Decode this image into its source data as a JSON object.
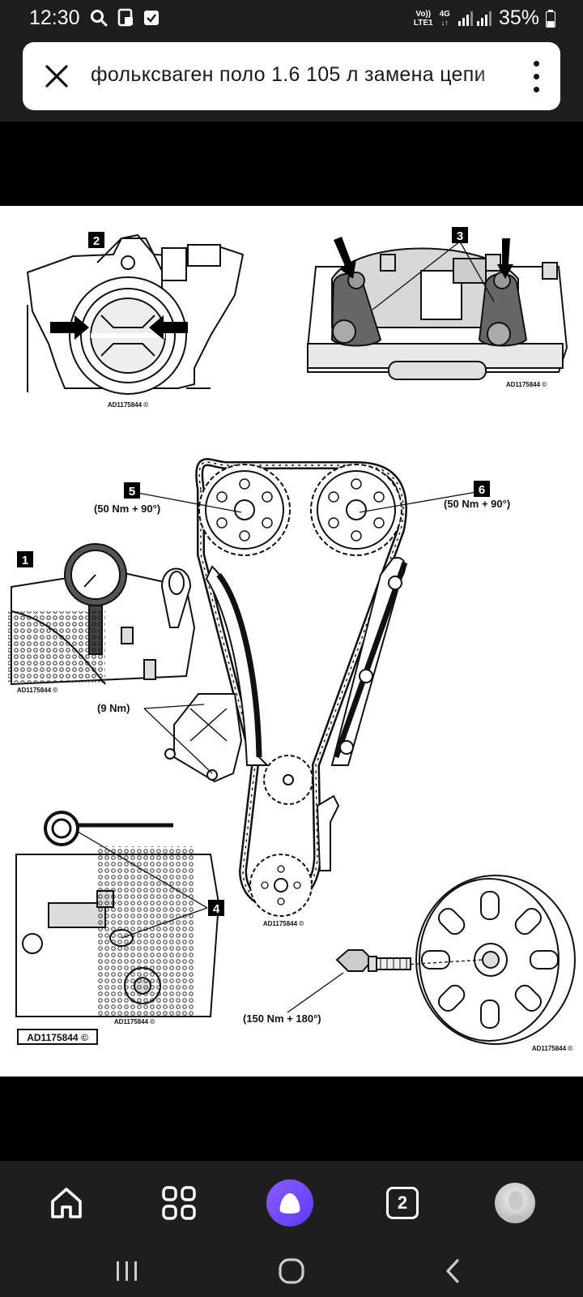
{
  "status_bar": {
    "time": "12:30",
    "network": {
      "volte": "Vo))",
      "lte": "LTE1",
      "gen": "4G"
    },
    "battery": "35%",
    "icons": [
      "search-icon",
      "image-icon",
      "checkbox-icon",
      "signal-icon",
      "battery-icon"
    ]
  },
  "search": {
    "query": "фольксваген поло 1.6 105 л замена цепи"
  },
  "diagram": {
    "labels": {
      "n1": "1",
      "n2": "2",
      "n3": "3",
      "n4": "4",
      "n5": "5",
      "n6": "6",
      "torque5": "(50 Nm + 90°)",
      "torque6": "(50 Nm + 90°)",
      "torque9": "(9 Nm)",
      "torque150": "(150 Nm + 180°)",
      "code": "AD1175844 ©",
      "code_boxed": "AD1175844 ©"
    }
  },
  "bottom_nav": {
    "tabs_count": "2",
    "icons": [
      "home-icon",
      "apps-grid-icon",
      "alice-icon",
      "tabs-icon",
      "avatar"
    ]
  },
  "system_nav": {
    "icons": [
      "recents-icon",
      "home-circle-icon",
      "back-icon"
    ]
  }
}
